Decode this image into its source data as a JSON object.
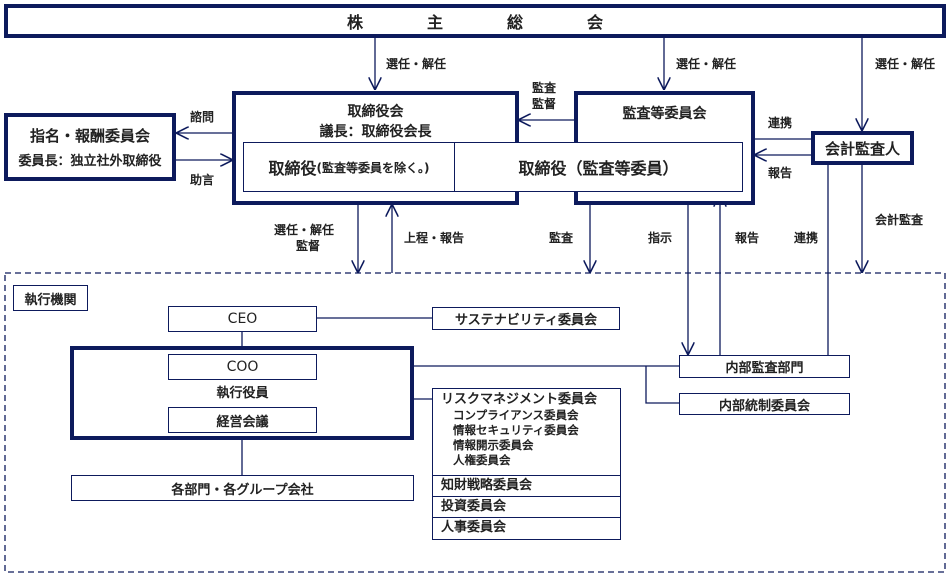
{
  "diagram": {
    "shareholders_meeting": "株　　　　主　　　　総　　　　会",
    "board": {
      "title": "取締役会",
      "chair": "議長：取締役会長",
      "directors_non_audit_main": "取締役",
      "directors_non_audit_note": "(監査等委員を除く。)",
      "directors_audit": "取締役（監査等委員）"
    },
    "audit_committee": "監査等委員会",
    "accounting_auditor": "会計監査人",
    "nomination_committee": {
      "title": "指名・報酬委員会",
      "chair": "委員長：独立社外取締役"
    },
    "edge_labels": {
      "elect_dismiss_board": "選任・解任",
      "elect_dismiss_audit": "選任・解任",
      "elect_dismiss_auditor": "選任・解任",
      "audit_supervise_1": "監査",
      "audit_supervise_2": "監督",
      "consult": "諮問",
      "advise": "助言",
      "cooperate_auditor": "連携",
      "report_auditor": "報告",
      "elect_supervise_1": "選任・解任",
      "elect_supervise_2": "監督",
      "submit_report": "上程・報告",
      "audit_exec": "監査",
      "instruct": "指示",
      "report_internal": "報告",
      "cooperate_internal": "連携",
      "accounting_audit": "会計監査"
    },
    "executive": {
      "section_label": "執行機関",
      "ceo": "CEO",
      "coo": "COO",
      "officers": "執行役員",
      "management_meeting": "経営会議",
      "departments": "各部門・各グループ会社",
      "sustainability": "サステナビリティ委員会",
      "internal_audit": "内部監査部門",
      "internal_control": "内部統制委員会",
      "risk_management": {
        "title": "リスクマネジメント委員会",
        "subcommittees": [
          "コンプライアンス委員会",
          "情報セキュリティ委員会",
          "情報開示委員会",
          "人権委員会"
        ]
      },
      "other_committees": [
        "知財戦略委員会",
        "投資委員会",
        "人事委員会"
      ]
    }
  }
}
